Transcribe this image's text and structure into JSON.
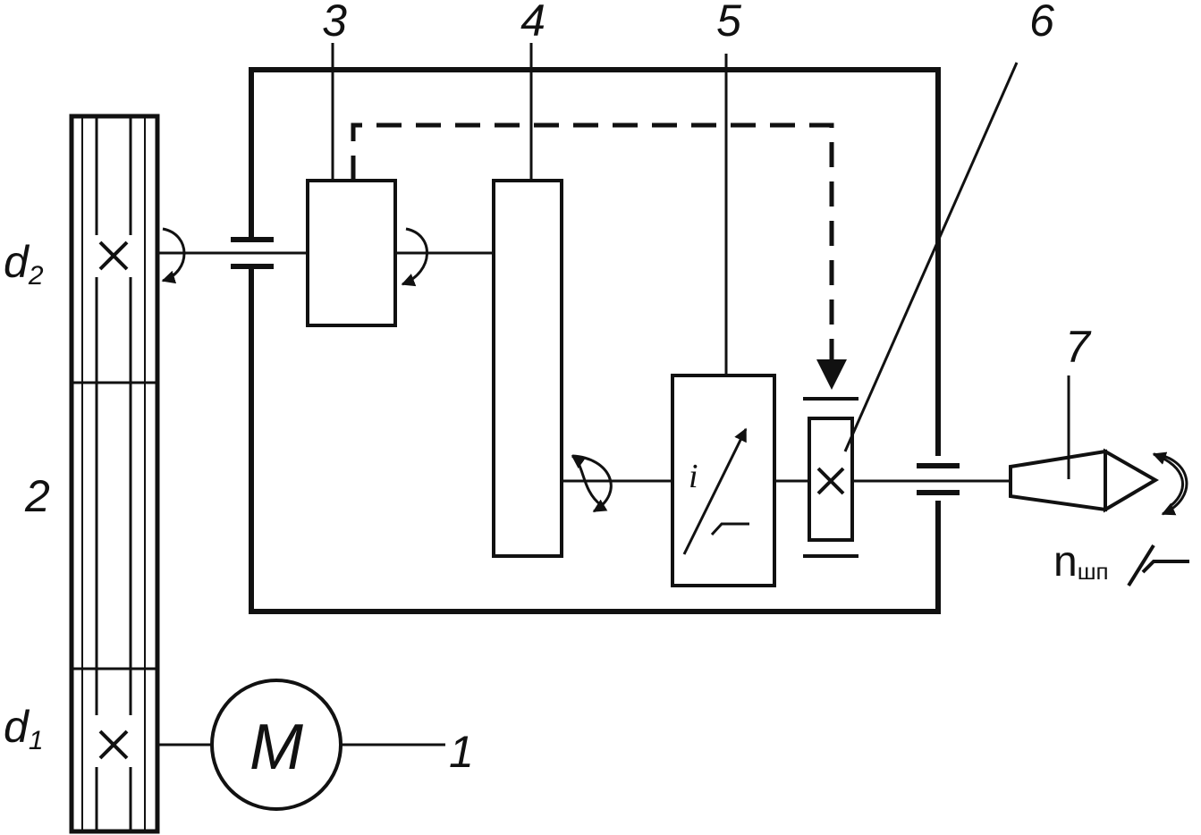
{
  "labels": {
    "d2_base": "d",
    "d2_sub": "2",
    "d1_base": "d",
    "d1_sub": "1",
    "belt": "2",
    "motor_callout": "1",
    "block3": "3",
    "block4": "4",
    "block5": "5",
    "block6": "6",
    "spindle": "7",
    "motor_letter": "M",
    "ratio_symbol": "i",
    "speed_base": "n",
    "speed_sub": "шп"
  },
  "colors": {
    "stroke": "#111111",
    "background": "#ffffff"
  }
}
